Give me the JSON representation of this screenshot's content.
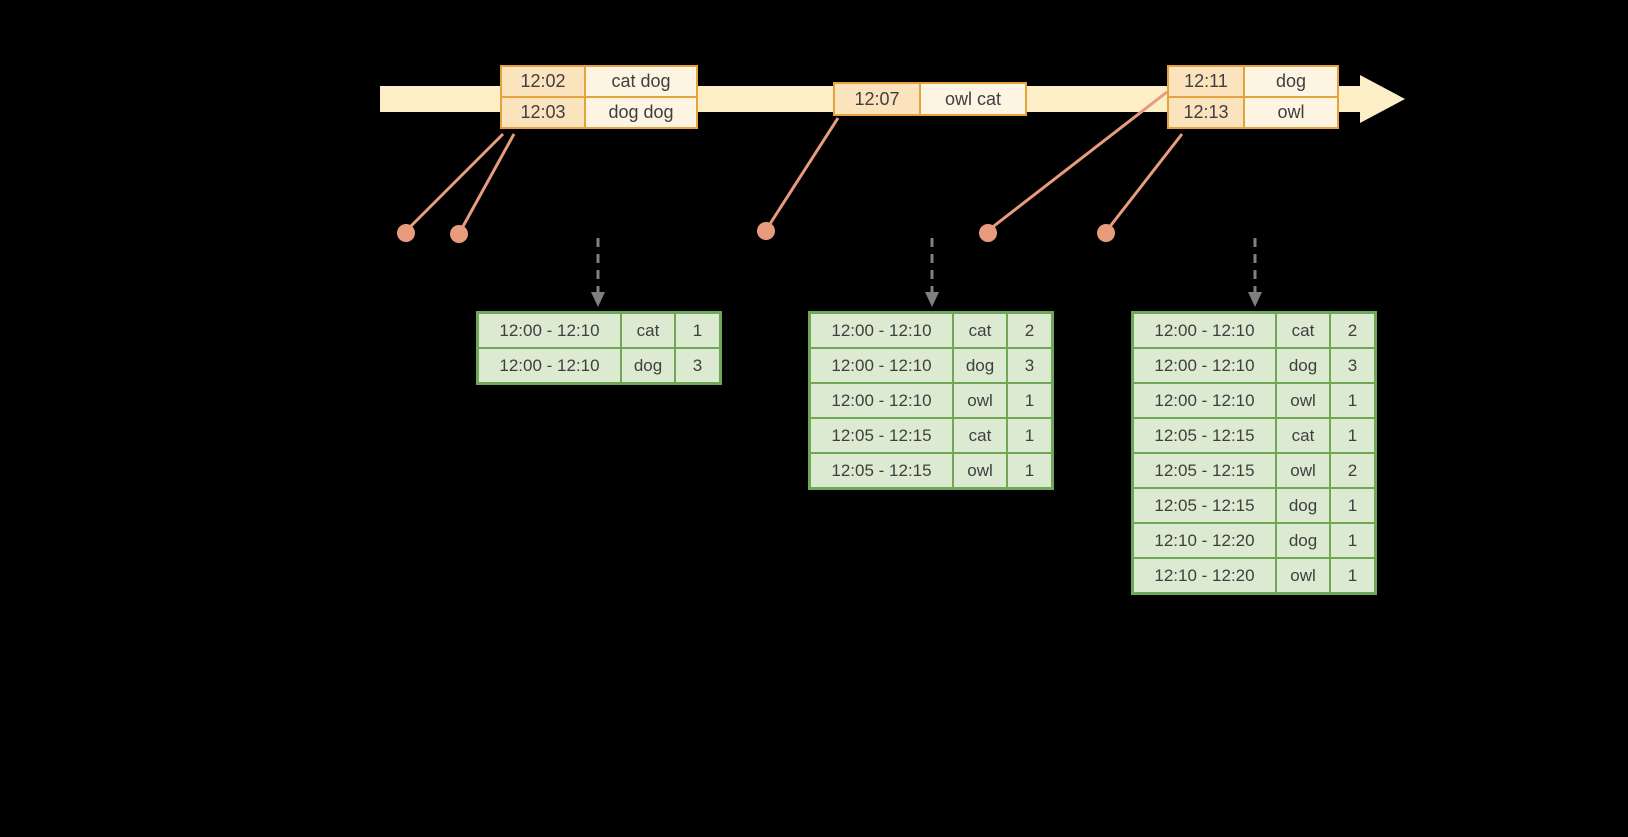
{
  "colors": {
    "background": "#000000",
    "timeline_fill": "#fcefc7",
    "event_border": "#e5a33d",
    "event_time_fill": "#fbe3bd",
    "event_word_fill": "#fdf4e1",
    "result_border": "#6fa757",
    "result_fill": "#dcead1",
    "marker": "#e99c7d",
    "trigger_arrow": "#7f7f7f",
    "text": "#3f3f3f"
  },
  "timeline": {
    "events": [
      {
        "rows": [
          {
            "time": "12:02",
            "words": "cat dog"
          },
          {
            "time": "12:03",
            "words": "dog dog"
          }
        ]
      },
      {
        "rows": [
          {
            "time": "12:07",
            "words": "owl cat"
          }
        ]
      },
      {
        "rows": [
          {
            "time": "12:11",
            "words": "dog"
          },
          {
            "time": "12:13",
            "words": "owl"
          }
        ]
      }
    ]
  },
  "result_tables": [
    {
      "rows": [
        {
          "window": "12:00 - 12:10",
          "word": "cat",
          "count": "1"
        },
        {
          "window": "12:00 - 12:10",
          "word": "dog",
          "count": "3"
        }
      ]
    },
    {
      "rows": [
        {
          "window": "12:00 - 12:10",
          "word": "cat",
          "count": "2"
        },
        {
          "window": "12:00 - 12:10",
          "word": "dog",
          "count": "3"
        },
        {
          "window": "12:00 - 12:10",
          "word": "owl",
          "count": "1"
        },
        {
          "window": "12:05 - 12:15",
          "word": "cat",
          "count": "1"
        },
        {
          "window": "12:05 - 12:15",
          "word": "owl",
          "count": "1"
        }
      ]
    },
    {
      "rows": [
        {
          "window": "12:00 - 12:10",
          "word": "cat",
          "count": "2"
        },
        {
          "window": "12:00 - 12:10",
          "word": "dog",
          "count": "3"
        },
        {
          "window": "12:00 - 12:10",
          "word": "owl",
          "count": "1"
        },
        {
          "window": "12:05 - 12:15",
          "word": "cat",
          "count": "1"
        },
        {
          "window": "12:05 - 12:15",
          "word": "owl",
          "count": "2"
        },
        {
          "window": "12:05 - 12:15",
          "word": "dog",
          "count": "1"
        },
        {
          "window": "12:10 - 12:20",
          "word": "dog",
          "count": "1"
        },
        {
          "window": "12:10 - 12:20",
          "word": "owl",
          "count": "1"
        }
      ]
    }
  ]
}
